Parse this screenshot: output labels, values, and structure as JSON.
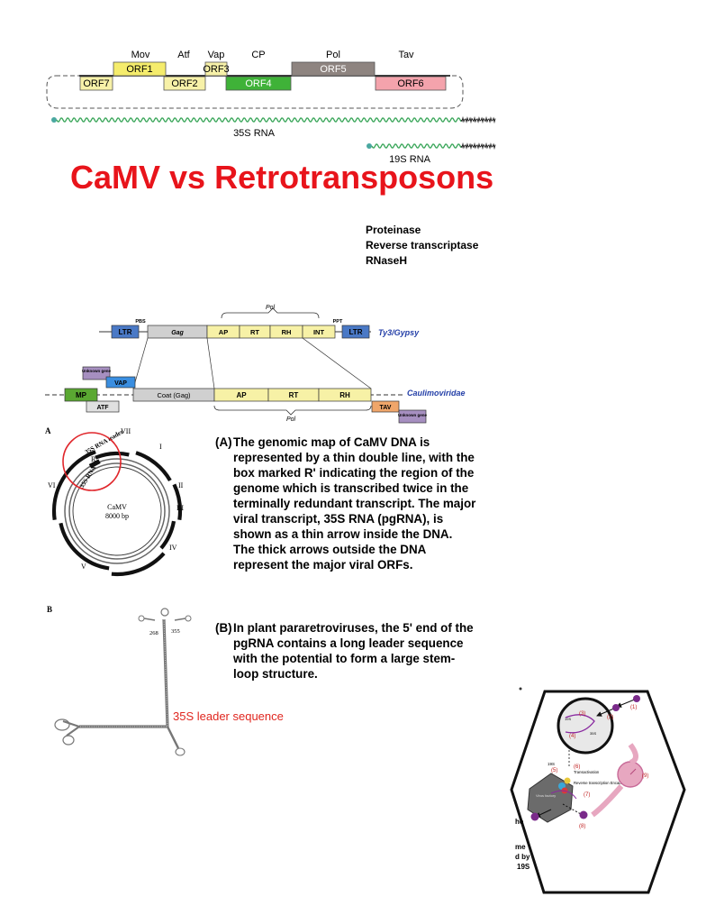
{
  "title": "CaMV vs Retrotransposons",
  "enzymes": [
    "Proteinase",
    "Reverse transcriptase",
    "RNaseH"
  ],
  "genome_map": {
    "top_labels": [
      "Mov",
      "Atf",
      "Vap",
      "CP",
      "Pol",
      "Tav"
    ],
    "orfs": [
      "ORF1",
      "ORF3",
      "ORF5",
      "ORF7",
      "ORF2",
      "ORF4",
      "ORF6"
    ],
    "transcripts": [
      "35S RNA",
      "19S RNA"
    ],
    "colors": {
      "orf1": "#f5ec6c",
      "orf3": "#f7f1a8",
      "orf5": "#8e8480",
      "orf7": "#f7f1a8",
      "orf2": "#f7f1a8",
      "orf4": "#3fb238",
      "orf6": "#f4a3ac",
      "wave": "#3aa65a"
    }
  },
  "comparison": {
    "ty3": {
      "name": "Ty3/Gypsy",
      "segments": [
        "LTR",
        "Gag",
        "AP",
        "RT",
        "RH",
        "INT",
        "LTR"
      ],
      "markers": [
        "PBS",
        "PPT"
      ],
      "pol_label": "Pol"
    },
    "caulimo": {
      "name": "Caulimoviridae",
      "segments": [
        "MP",
        "Coat (Gag)",
        "AP",
        "RT",
        "RH"
      ],
      "extras": [
        "Unknown gene",
        "VAP",
        "ATF",
        "TAV",
        "Unknown gene"
      ],
      "pol_label": "Pol"
    }
  },
  "panel_a": {
    "letter": "A",
    "ring_labels": [
      "VII",
      "I",
      "II",
      "III",
      "IV",
      "V",
      "VI"
    ],
    "leader": "35S RNA leader",
    "center": [
      "CaMV",
      "8000 bp"
    ],
    "region": "R'",
    "transcript": "35S RNA",
    "caption_label": "(A)",
    "caption": "The genomic map of CaMV DNA is represented by a thin double line, with the box marked R' indicating the region of the genome which is transcribed twice in the terminally redundant transcript. The major viral transcript, 35S RNA (pgRNA), is shown as a thin arrow inside the DNA. The thick arrows outside the DNA represent the major viral ORFs."
  },
  "panel_b": {
    "letter": "B",
    "coords": [
      "268",
      "355"
    ],
    "note": "35S leader sequence",
    "caption_label": "(B)",
    "caption": "In plant pararetroviruses, the 5' end of the pgRNA contains a long leader sequence with the potential to form a large stem-loop structure."
  },
  "cell_cycle": {
    "steps": [
      "(1)",
      "(2)",
      "(3)",
      "(4)",
      "(5)",
      "(6)",
      "(7)",
      "(8)",
      "(9)"
    ],
    "labels": [
      "19S",
      "35S",
      "19S",
      "Transactivation",
      "Reverse transcription Encapsidation",
      "Virus factory"
    ],
    "cut_text": [
      "he",
      "me",
      "d by",
      "19S"
    ]
  }
}
